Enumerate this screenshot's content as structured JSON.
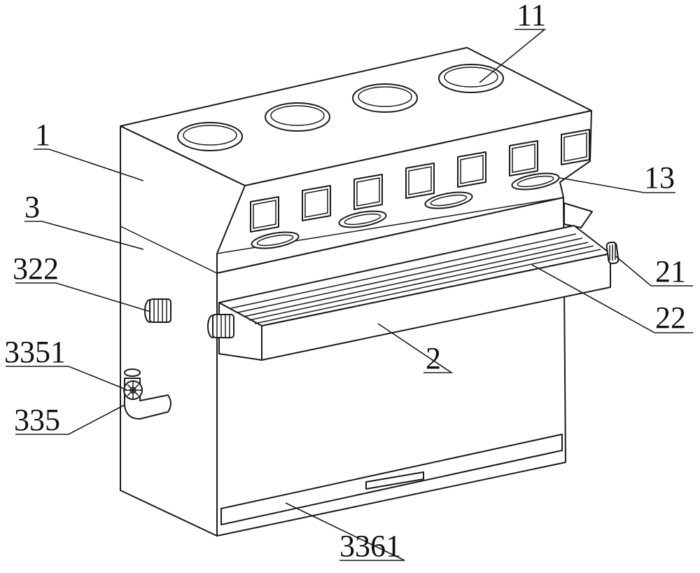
{
  "callouts": [
    {
      "id": "11",
      "text": "11"
    },
    {
      "id": "1",
      "text": "1"
    },
    {
      "id": "13",
      "text": "13"
    },
    {
      "id": "3",
      "text": "3"
    },
    {
      "id": "322",
      "text": "322"
    },
    {
      "id": "21",
      "text": "21"
    },
    {
      "id": "22",
      "text": "22"
    },
    {
      "id": "3351",
      "text": "3351"
    },
    {
      "id": "2",
      "text": "2"
    },
    {
      "id": "335",
      "text": "335"
    },
    {
      "id": "3361",
      "text": "3361"
    }
  ],
  "colors": {
    "line": "#1a1a1a",
    "background": "#ffffff"
  }
}
